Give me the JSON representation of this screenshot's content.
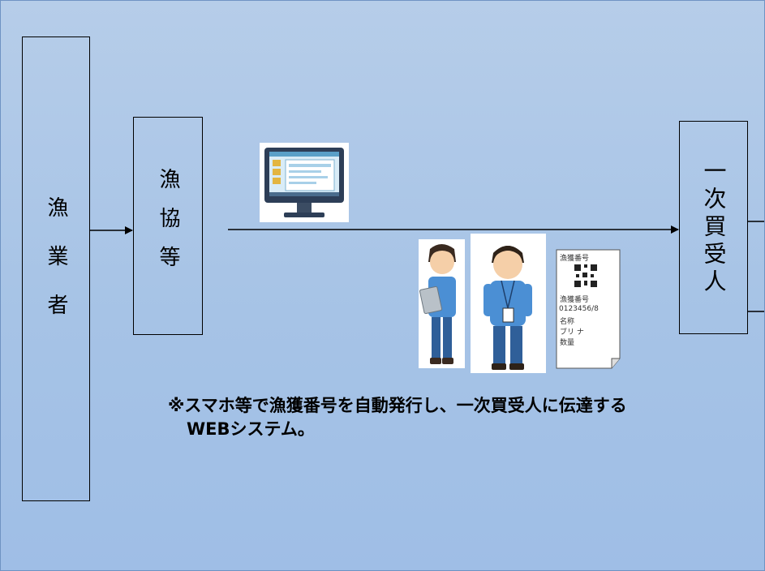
{
  "boxes": {
    "fisher": "漁業者",
    "coop": "漁協等",
    "buyer": "一次買受人"
  },
  "note": {
    "line1": "※スマホ等で漁獲番号を自動発行し、一次買受人に伝達する",
    "line2": "WEBシステム。"
  },
  "slip": {
    "title": "漁獲番号",
    "label1": "漁獲番号",
    "number": "0123456/8",
    "label2": "名称",
    "label3": "ブリ ナ",
    "label4": "数量"
  },
  "icons": [
    "computer-monitor-icon",
    "person-with-tablet-icon",
    "person-with-badge-icon",
    "qr-code-slip-icon"
  ],
  "colors": {
    "background_top": "#b6cde9",
    "background_bottom": "#9fbee6",
    "stroke": "#000000"
  }
}
